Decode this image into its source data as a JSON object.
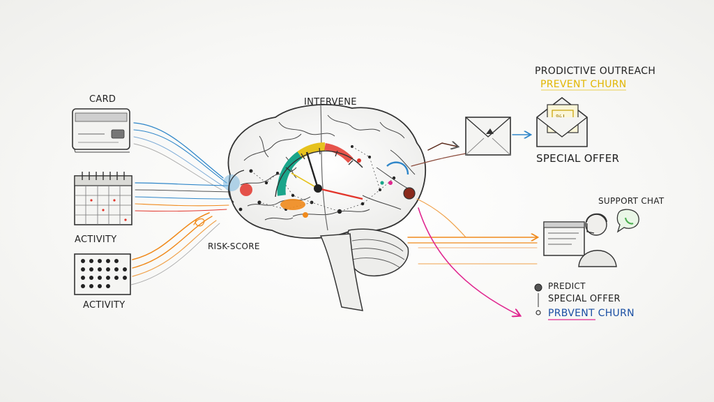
{
  "labels": {
    "card": "CARD",
    "activity_top": "ACTIVITY",
    "activity_bottom": "ACTIVITY",
    "risk_score": "RISK-SCORE",
    "intervene": "INTERVENE",
    "outreach": "PRODICTIVE OUTREACH",
    "prevent_churn_top": "PREVENT CHURN",
    "special_offer_top": "SPECIAL OFFER",
    "support_chat": "SUPPORT CHAT",
    "predict": "PREDICT",
    "special_offer_bottom": "SPECIAL OFFER",
    "prevent_churn_bottom": "PRBVENT CHURN"
  },
  "icons": {
    "card": "credit-card-icon",
    "calendar": "calendar-icon",
    "dot_grid": "dot-grid-calendar-icon",
    "brain": "brain-icon",
    "gauge": "gauge-icon",
    "envelope": "envelope-icon",
    "open_envelope": "open-envelope-offer-icon",
    "support_agent": "support-agent-icon",
    "chat_bubble": "chat-bubble-icon"
  },
  "colors": {
    "blue": "#2f86c9",
    "orange": "#f08a1c",
    "red": "#e2352b",
    "teal": "#1aa58a",
    "yellow": "#e6c21d",
    "magenta": "#e0278f",
    "green": "#4caf50",
    "pencil": "#3a3a3a"
  }
}
